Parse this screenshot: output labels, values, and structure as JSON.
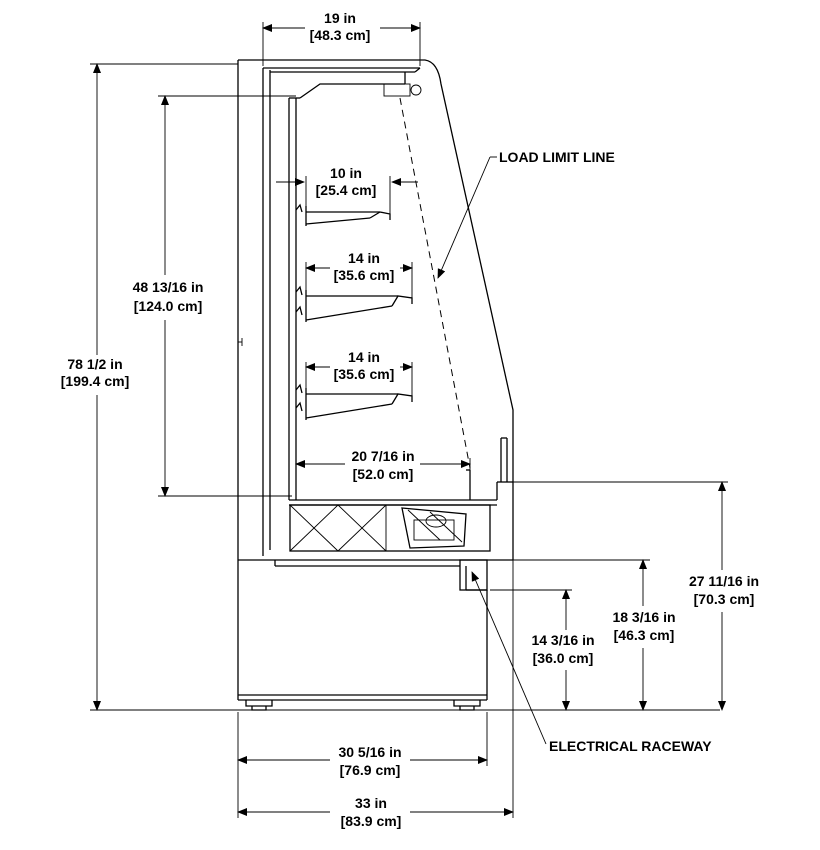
{
  "callouts": {
    "load_limit_line": "LOAD LIMIT LINE",
    "electrical_raceway": "ELECTRICAL RACEWAY"
  },
  "dimensions": {
    "top_depth": {
      "imperial": "19 in",
      "metric": "[48.3 cm]"
    },
    "overall_height": {
      "imperial": "78 1/2 in",
      "metric": "[199.4 cm]"
    },
    "display_height": {
      "imperial": "48 13/16 in",
      "metric": "[124.0 cm]"
    },
    "shelf_top": {
      "imperial": "10 in",
      "metric": "[25.4 cm]"
    },
    "shelf_middle": {
      "imperial": "14 in",
      "metric": "[35.6 cm]"
    },
    "shelf_lower": {
      "imperial": "14 in",
      "metric": "[35.6 cm]"
    },
    "deck_depth": {
      "imperial": "20 7/16 in",
      "metric": "[52.0 cm]"
    },
    "deck_height": {
      "imperial": "27 11/16 in",
      "metric": "[70.3 cm]"
    },
    "base_height": {
      "imperial": "18 3/16 in",
      "metric": "[46.3 cm]"
    },
    "raceway_height": {
      "imperial": "14 3/16 in",
      "metric": "[36.0 cm]"
    },
    "base_depth": {
      "imperial": "30 5/16 in",
      "metric": "[76.9 cm]"
    },
    "overall_depth": {
      "imperial": "33 in",
      "metric": "[83.9 cm]"
    }
  }
}
